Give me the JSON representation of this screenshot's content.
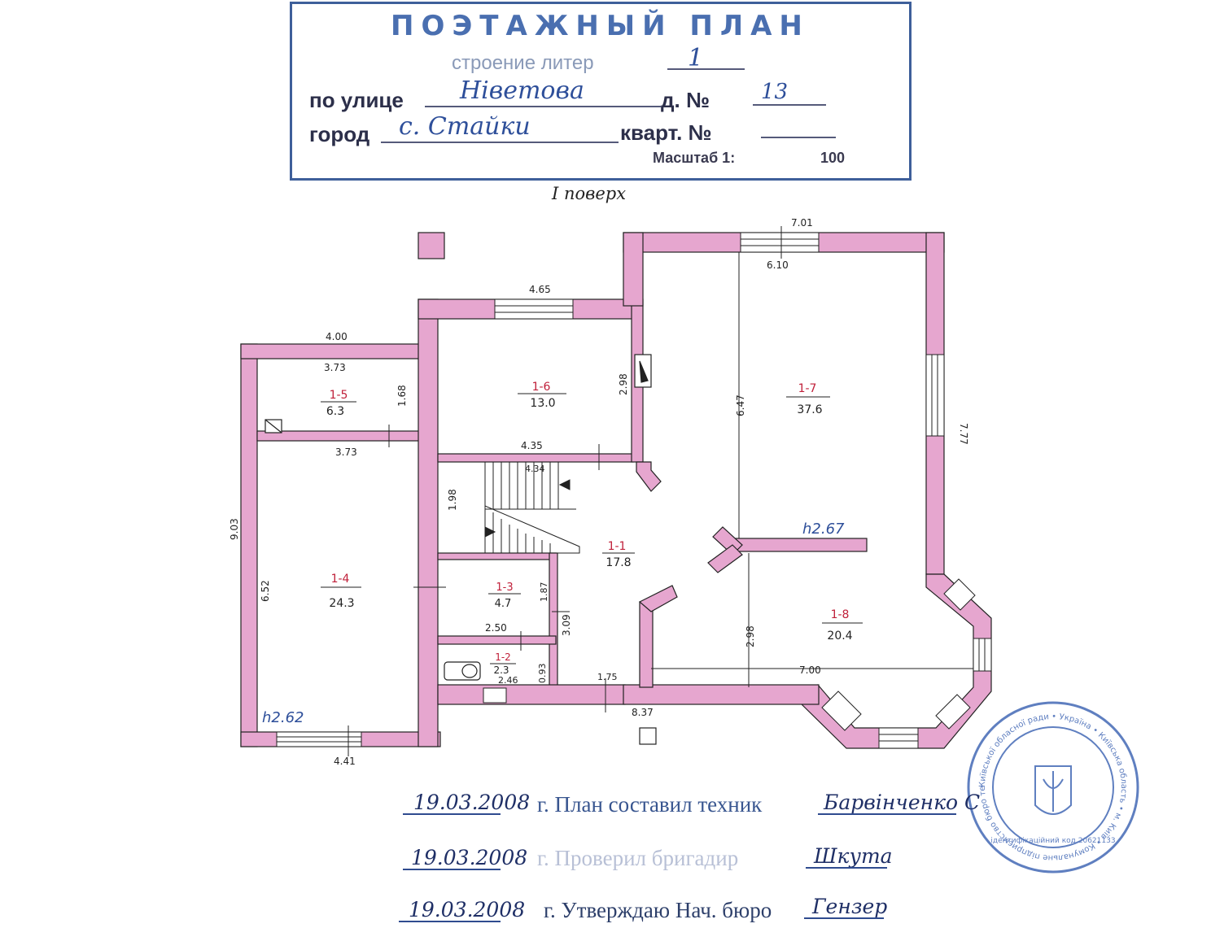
{
  "header": {
    "title": "ПОЭТАЖНЫЙ ПЛАН",
    "subtitle": "строение литер",
    "liter_value": "1",
    "street_label": "по улице",
    "street_value": "Ніветова",
    "house_label": "д. №",
    "house_value": "13",
    "city_label": "город",
    "city_value": "с. Стайки",
    "block_label": "кварт. №",
    "scale_label": "Масштаб 1:",
    "scale_value": "100"
  },
  "floor_label": "I поверх",
  "rooms": [
    {
      "id": "1-1",
      "area": "17.8"
    },
    {
      "id": "1-2",
      "area": "2.3"
    },
    {
      "id": "1-3",
      "area": "4.7"
    },
    {
      "id": "1-4",
      "area": "24.3"
    },
    {
      "id": "1-5",
      "area": "6.3"
    },
    {
      "id": "1-6",
      "area": "13.0"
    },
    {
      "id": "1-7",
      "area": "37.6"
    },
    {
      "id": "1-8",
      "area": "20.4"
    }
  ],
  "heights": [
    "h2.62",
    "h2.67"
  ],
  "dimensions": [
    "7.01",
    "6.10",
    "4.65",
    "4.00",
    "3.73",
    "3.73",
    "1.68",
    "2.98",
    "4.35",
    "4.34",
    "1.98",
    "6.47",
    "7.77",
    "9.03",
    "6.52",
    "1.87",
    "3.09",
    "2.50",
    "0.93",
    "2.46",
    "1.75",
    "8.37",
    "2.98",
    "7.00",
    "4.41"
  ],
  "footer": {
    "line1_date": "19.03.2008",
    "line1_text": "г. План составил техник",
    "line1_sign": "Барвінченко С",
    "line2_date": "19.03.2008",
    "line2_text": "г. Проверил бригадир",
    "line2_sign": "Шкута",
    "line3_date": "19.03.2008",
    "line3_text": "г. Утверждаю Нач. бюро",
    "line3_sign": "Гензер"
  },
  "seal": {
    "text": "Київської обласної ради • Україна • Київська область • м. Київ • Комунальне підприємство бюро технічної інвентаризації",
    "code": "ідентифікаційний код 20621133"
  },
  "colors": {
    "wall": "#e6a6cf",
    "stamp_blue": "#3e5f9a",
    "ink_blue": "#2e4f9a",
    "room_number_red": "#c0203a"
  }
}
